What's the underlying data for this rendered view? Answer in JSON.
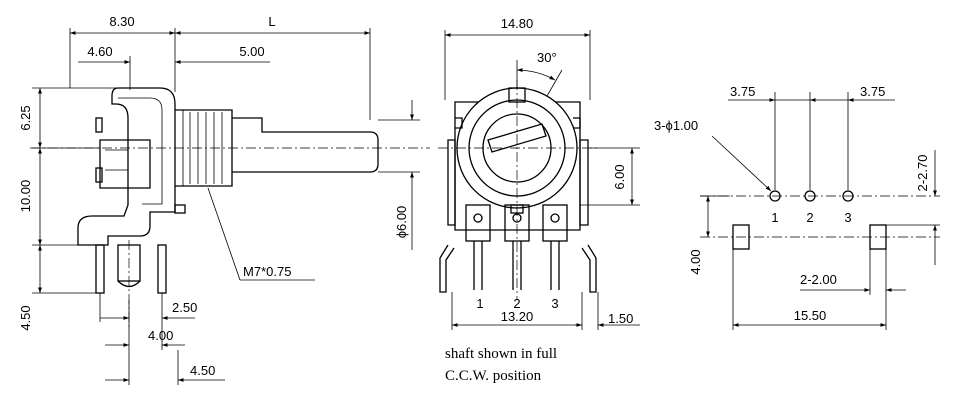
{
  "side_view": {
    "dim_830": "8.30",
    "dim_L": "L",
    "dim_460": "4.60",
    "dim_500": "5.00",
    "dim_625": "6.25",
    "dim_1000": "10.00",
    "dim_450_v": "4.50",
    "dim_250": "2.50",
    "dim_400_h": "4.00",
    "dim_450_h": "4.50",
    "dim_shaft_dia": "ϕ6.00",
    "thread": "M7*0.75"
  },
  "front_view": {
    "dim_1480": "14.80",
    "angle": "30°",
    "dim_600": "6.00",
    "dim_1320": "13.20",
    "dim_150": "1.50",
    "pin_1": "1",
    "pin_2": "2",
    "pin_3": "3",
    "note_line1": "shaft shown in full",
    "note_line2": "C.C.W. position"
  },
  "pcb_view": {
    "dim_375_left": "3.75",
    "dim_375_right": "3.75",
    "hole_spec": "3-ϕ1.00",
    "dim_270": "2-2.70",
    "dim_400": "4.00",
    "dim_200": "2-2.00",
    "dim_1550": "15.50",
    "pin_1": "1",
    "pin_2": "2",
    "pin_3": "3"
  }
}
